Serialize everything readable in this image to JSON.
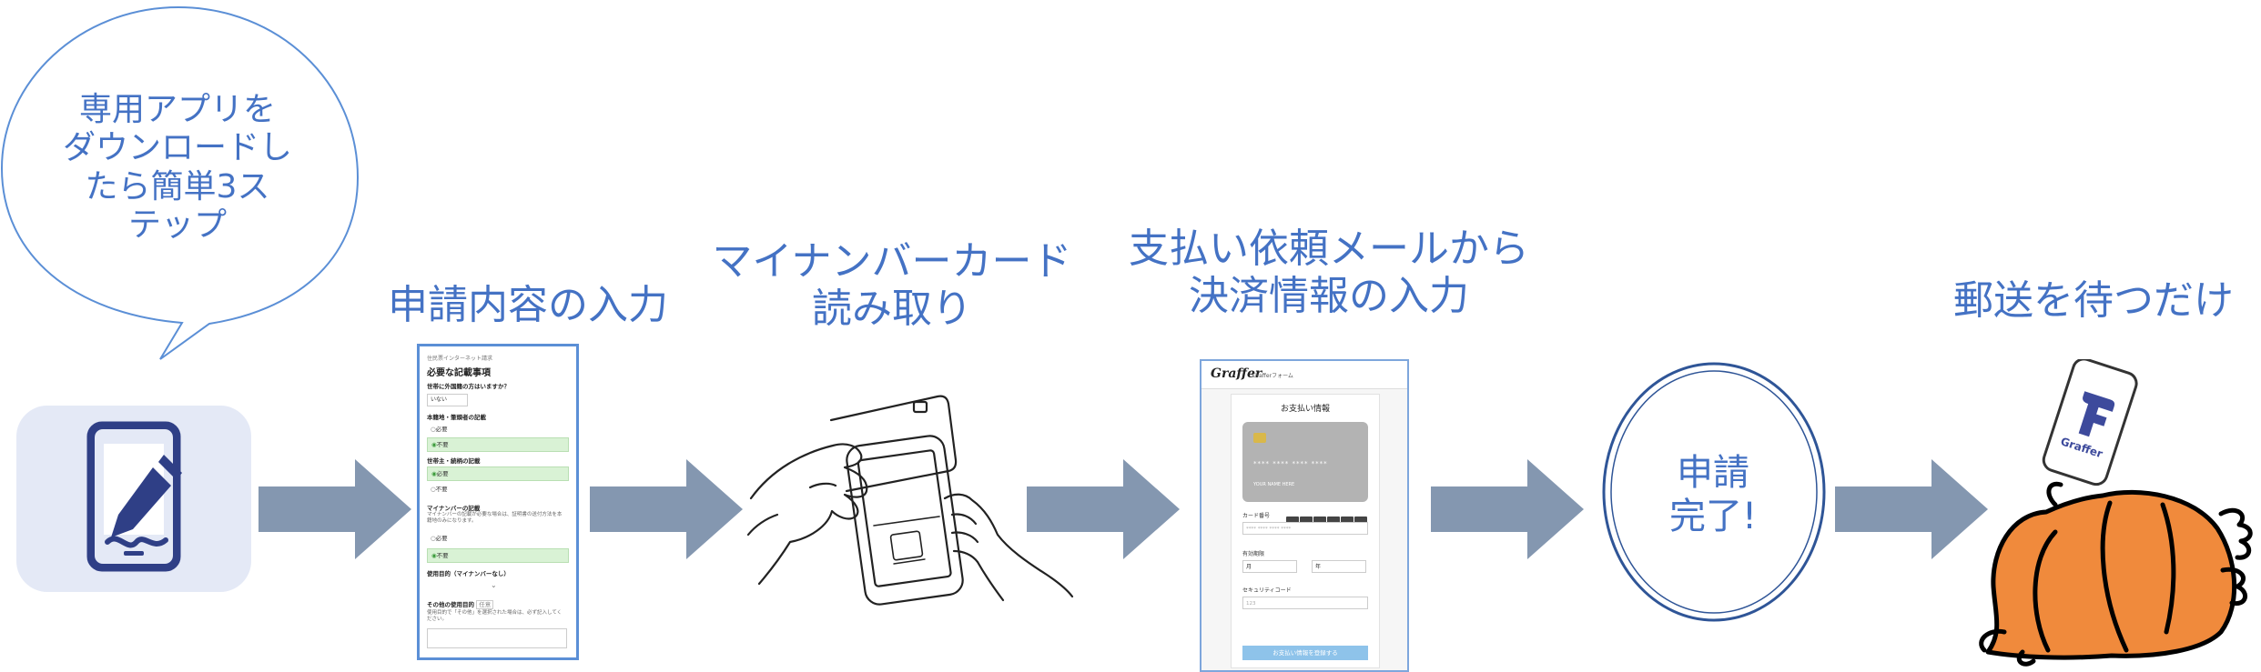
{
  "bubble": {
    "text": "専用アプリを\nダウンロードし\nたら簡単3ス\nテップ"
  },
  "steps": [
    {
      "label": "申請内容の入力"
    },
    {
      "label": "マイナンバーカード\n読み取り"
    },
    {
      "label": "支払い依頼メールから\n決済情報の入力"
    },
    {
      "label": "郵送を待つだけ"
    }
  ],
  "done": {
    "text": "申請\n完了!"
  },
  "form_screenshot": {
    "header": "住民票インターネット請求",
    "title": "必要な記載事項",
    "q1": "世帯に外国籍の方はいますか？",
    "q1_value": "いない",
    "q2": "本籍地・筆頭者の記載",
    "q2_opt1": "必要",
    "q2_opt2": "不要",
    "q3": "世帯主・続柄の記載",
    "q3_opt1": "必要",
    "q3_opt2": "不要",
    "q4": "マイナンバーの記載",
    "q4_note": "マイナンバーの記載が必要な場合は、証明書の送付方法を本籍地のみになります。",
    "q4_opt1": "必要",
    "q4_opt2": "不要",
    "q5": "使用目的（マイナンバーなし）",
    "q6": "その他の使用目的",
    "q6_tag": "任意",
    "q6_note": "使用目的で「その他」を選択された場合は、必ず記入してください。"
  },
  "payment_screenshot": {
    "logo": "Graffer",
    "form_label": "Grafferフォーム",
    "title": "お支払い情報",
    "card_number": "**** **** **** ****",
    "card_name": "YOUR NAME HERE",
    "card_label": "カード番号",
    "card_placeholder": "**** **** **** ****",
    "expiry_label": "有効期限",
    "month": "月",
    "year": "年",
    "security_label": "セキュリティコード",
    "security_placeholder": "123",
    "submit": "お支払い情報を登録する"
  },
  "colors": {
    "text_blue": "#4472c4",
    "arrow": "#8497b0",
    "orange": "#f08a3c"
  }
}
